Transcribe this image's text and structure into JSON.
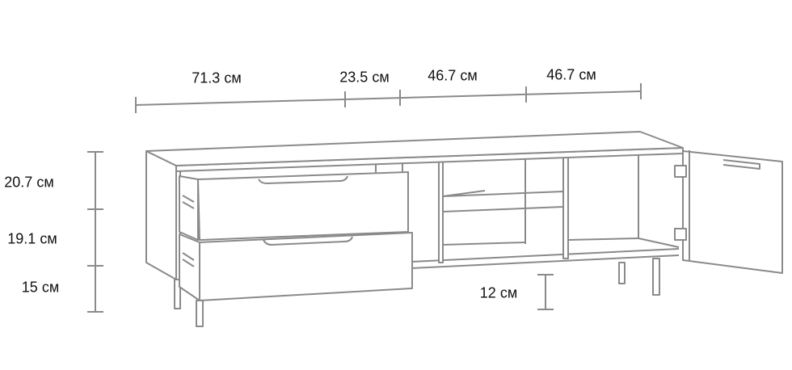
{
  "width_dimensions": [
    {
      "label": "71.3 см"
    },
    {
      "label": "23.5 см"
    },
    {
      "label": "46.7 см"
    },
    {
      "label": "46.7 см"
    }
  ],
  "height_dimensions": [
    {
      "label": "20.7 см"
    },
    {
      "label": "19.1 см"
    },
    {
      "label": "15 см"
    }
  ],
  "leg_clearance": {
    "label": "12 см"
  },
  "colors": {
    "line": "#8a8a8a",
    "text": "#111111"
  }
}
